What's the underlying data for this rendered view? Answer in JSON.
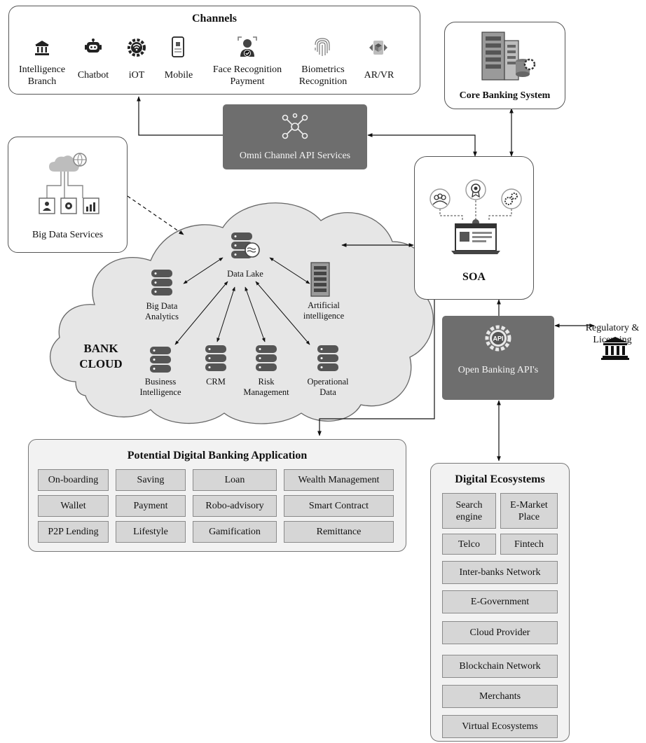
{
  "channels": {
    "title": "Channels",
    "items": [
      {
        "label": "Intelligence\nBranch",
        "icon": "bank-icon"
      },
      {
        "label": "Chatbot",
        "icon": "chatbot-icon"
      },
      {
        "label": "iOT",
        "icon": "wifi-gear-icon"
      },
      {
        "label": "Mobile",
        "icon": "mobile-icon"
      },
      {
        "label": "Face Recognition\nPayment",
        "icon": "face-recognition-icon"
      },
      {
        "label": "Biometrics\nRecognition",
        "icon": "fingerprint-icon"
      },
      {
        "label": "AR/VR",
        "icon": "vr-cube-icon"
      }
    ]
  },
  "core_banking": {
    "label": "Core Banking System"
  },
  "omni_channel": {
    "label": "Omni Channel API Services"
  },
  "big_data_services": {
    "label": "Big Data Services"
  },
  "soa": {
    "label": "SOA"
  },
  "bank_cloud": {
    "label": "BANK\nCLOUD",
    "nodes": {
      "data_lake": "Data Lake",
      "big_data_analytics": "Big Data\nAnalytics",
      "artificial_intelligence": "Artificial\nintelligence",
      "business_intelligence": "Business\nIntelligence",
      "crm": "CRM",
      "risk_management": "Risk\nManagement",
      "operational_data": "Operational\nData"
    }
  },
  "open_banking": {
    "label": "Open Banking API's",
    "badge": "API"
  },
  "regulatory": {
    "label": "Regulatory &\nLicensing"
  },
  "digital_banking": {
    "title": "Potential Digital Banking Application",
    "items": [
      "On-boarding",
      "Saving",
      "Loan",
      "Wealth Management",
      "Wallet",
      "Payment",
      "Robo-advisory",
      "Smart Contract",
      "P2P Lending",
      "Lifestyle",
      "Gamification",
      "Remittance"
    ]
  },
  "digital_ecosystems": {
    "title": "Digital Ecosystems",
    "items": [
      "Search\nengine",
      "E-Market\nPlace",
      "Telco",
      "Fintech",
      "Inter-banks Network",
      "E-Government",
      "Cloud Provider",
      "Blockchain Network",
      "Merchants",
      "Virtual Ecosystems"
    ]
  },
  "colors": {
    "dark_box": "#6e6e6e",
    "cell_fill": "#d6d6d6",
    "panel_fill": "#f2f2f2",
    "cloud_fill": "#e6e6e6"
  }
}
